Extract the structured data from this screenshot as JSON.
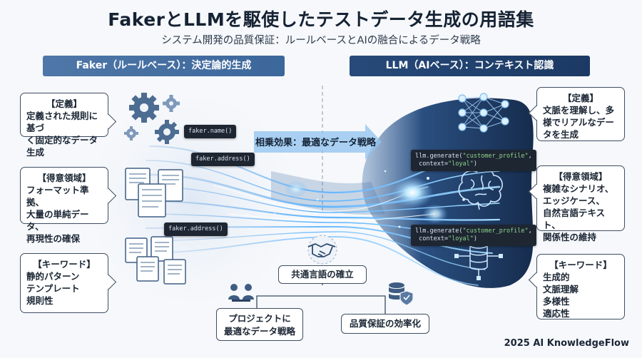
{
  "title": "FakerとLLMを駆使したテストデータ生成の用語集",
  "subtitle": "システム開発の品質保証：ルールベースとAIの融合によるデータ戦略",
  "banners": {
    "left": "Faker（ルールベース）：決定論的生成",
    "right": "LLM（AIベース）：コンテキスト認識"
  },
  "left_callouts": [
    {
      "title": "【定義】",
      "lines": [
        "定義された規則に基づ",
        "く固定的なデータ生成"
      ]
    },
    {
      "title": "【得意領域】",
      "lines": [
        "フォーマット準拠、",
        "大量の単純データ、",
        "再現性の確保"
      ]
    },
    {
      "title": "【キーワード】",
      "lines": [
        "静的パターン",
        "テンプレート",
        "規則性"
      ]
    }
  ],
  "right_callouts": [
    {
      "title": "【定義】",
      "lines": [
        "文脈を理解し、多",
        "様でリアルなデー",
        "タを生成"
      ]
    },
    {
      "title": "【得意領域】",
      "lines": [
        "複雑なシナリオ、",
        "エッジケース、",
        "自然言語テキスト、",
        "関係性の維持"
      ]
    },
    {
      "title": "【キーワード】",
      "lines": [
        "生成的",
        "文脈理解",
        "多様性",
        "適応性"
      ]
    }
  ],
  "faker_code": [
    "faker.name()",
    "faker.address()",
    "faker.address()"
  ],
  "llm_code": [
    {
      "fn": "llm.generate(",
      "arg1": "\"customer_profile\"",
      "sep": ",",
      "line2a": " context=",
      "arg2": "\"loyal\"",
      "end": ")"
    },
    {
      "fn": "llm.generate(",
      "arg1": "\"customer_profile\"",
      "sep": ",",
      "line2a": " context=",
      "arg2": "\"loyal\"",
      "end": ")"
    }
  ],
  "arrow_label": "相乗効果：最適なデータ戦略",
  "bottom": {
    "common": "共通言語の確立",
    "project_lines": [
      "プロジェクトに",
      "最適なデータ戦略"
    ],
    "qa": "品質保証の効率化"
  },
  "footer": "2025 AI KnowledgeFlow",
  "icons": [
    "gear-icon",
    "document-icon",
    "neural-network-icon",
    "brain-icon",
    "database-icon",
    "handshake-icon",
    "meeting-icon",
    "database-shield-icon"
  ],
  "colors": {
    "banner_left": "#4a73a4",
    "banner_right": "#1f3f6b",
    "glow": "#7fc8ff",
    "dark": "#1a2f4f"
  }
}
